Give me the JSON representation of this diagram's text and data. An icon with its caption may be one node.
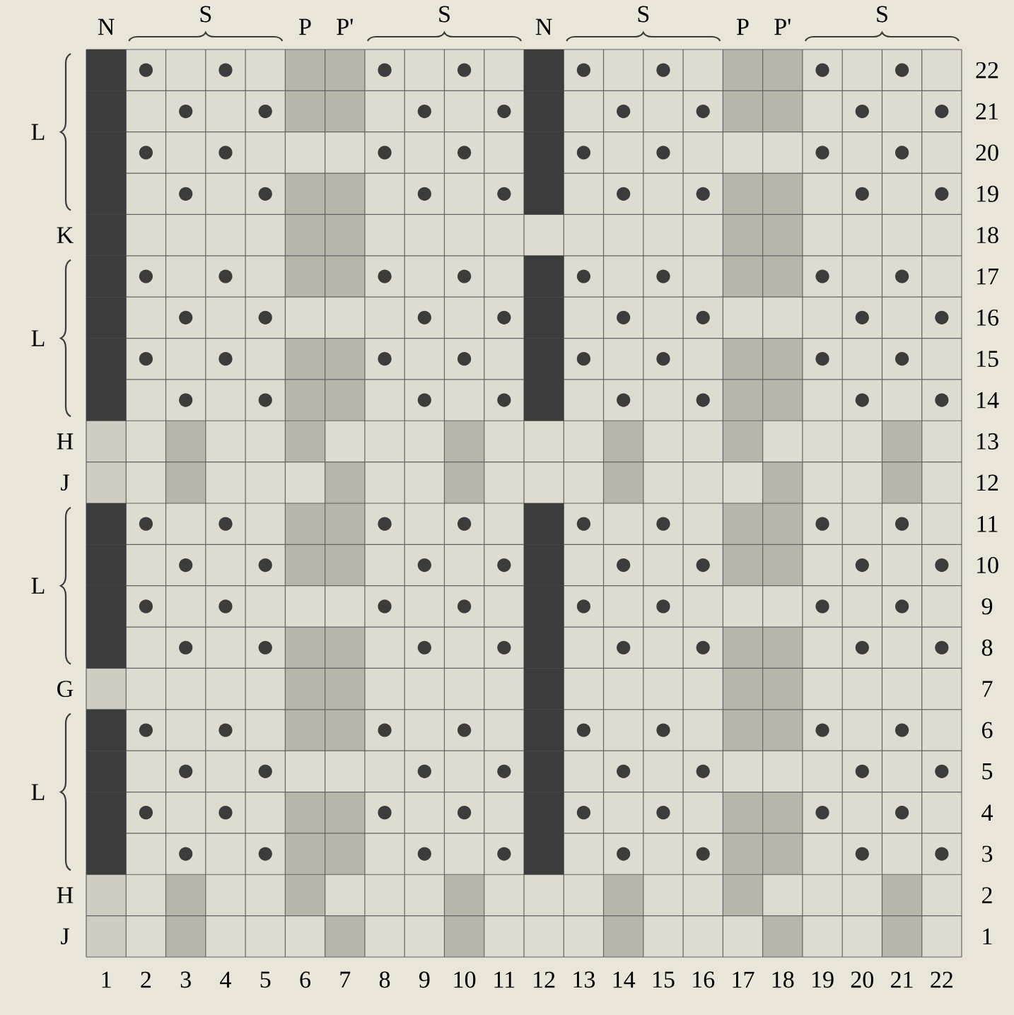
{
  "diagram": {
    "labels": [
      "N",
      "S",
      "P",
      "P'",
      "S",
      "N",
      "S",
      "P",
      "P'",
      "S",
      "L",
      "K",
      "L",
      "H",
      "J",
      "L",
      "G",
      "L",
      "H",
      "J",
      "22",
      "21",
      "20",
      "19",
      "18",
      "17",
      "16",
      "15",
      "14",
      "13",
      "12",
      "11",
      "10",
      "9",
      "8",
      "7",
      "6",
      "5",
      "4",
      "3",
      "2",
      "1",
      "1",
      "2",
      "3",
      "4",
      "5",
      "6",
      "7",
      "8",
      "9",
      "10",
      "11",
      "12",
      "13",
      "14",
      "15",
      "16",
      "17",
      "18",
      "19",
      "20",
      "21",
      "22"
    ]
  }
}
